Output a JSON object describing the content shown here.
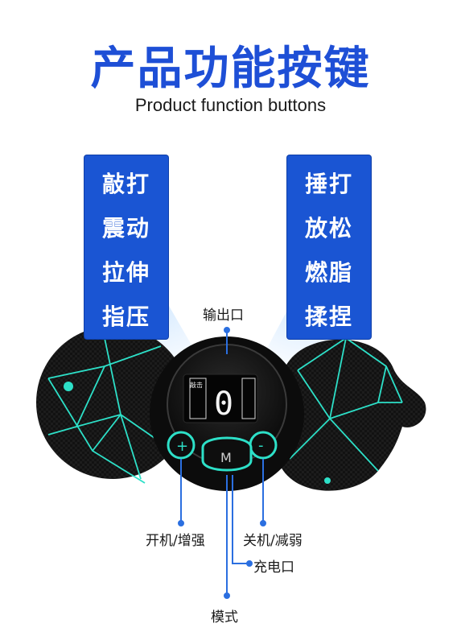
{
  "title": "产品功能按键",
  "subtitle": "Product function buttons",
  "left_panel": {
    "items": [
      "敲打",
      "震动",
      "拉伸",
      "指压"
    ]
  },
  "right_panel": {
    "items": [
      "捶打",
      "放松",
      "燃脂",
      "揉捏"
    ]
  },
  "device": {
    "display_label": "敲击",
    "display_digit": "0",
    "plus_symbol": "+",
    "minus_symbol": "-",
    "mode_symbol": "M"
  },
  "labels": {
    "output_port": "输出口",
    "power_increase": "开机/增强",
    "power_off_decrease": "关机/减弱",
    "charging_port": "充电口",
    "mode": "模式"
  },
  "colors": {
    "brand_blue": "#1e4fd6",
    "panel_blue": "#1a55d3",
    "accent_cyan": "#2de0c8",
    "pointer_blue": "#2b6fe0"
  }
}
